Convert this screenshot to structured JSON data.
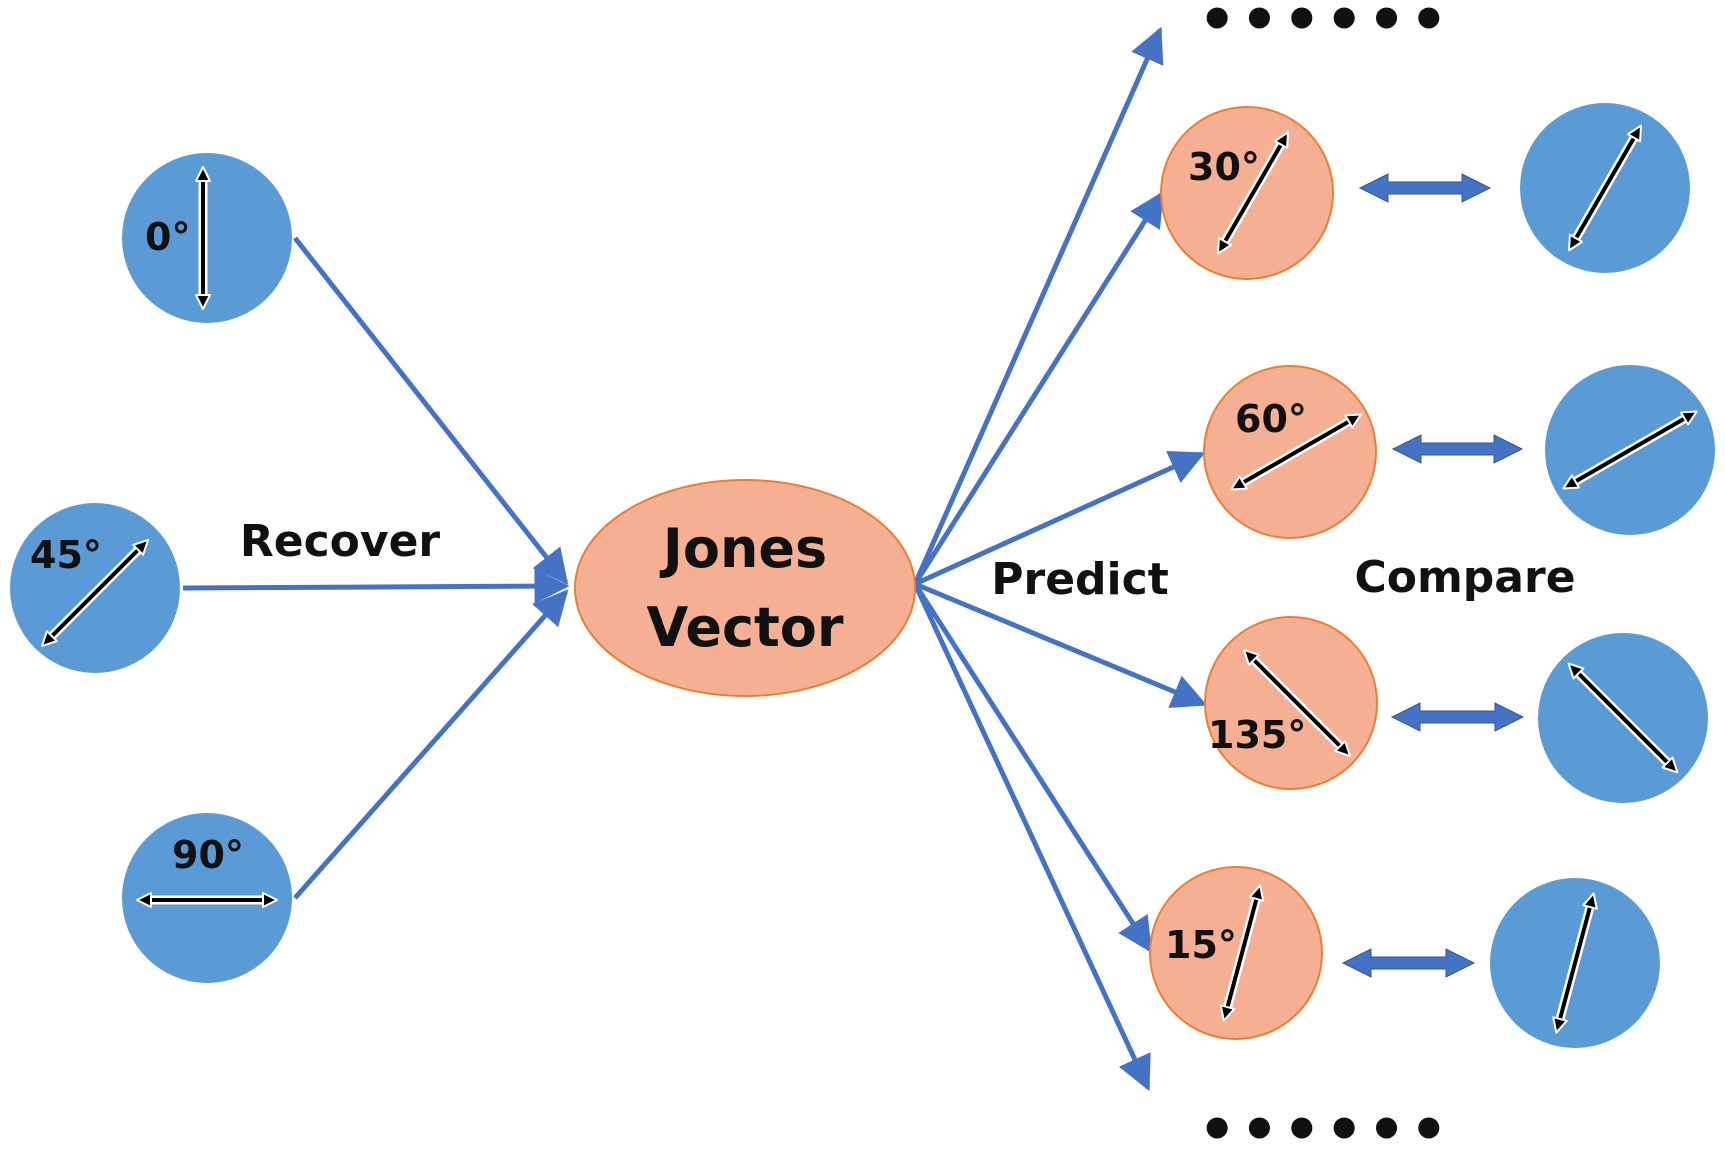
{
  "colors": {
    "blue_fill": "#5B9BD5",
    "orange_fill": "#F5B094",
    "orange_stroke": "#ED7D31",
    "arrow_blue": "#4472C4"
  },
  "center": {
    "line1": "Jones",
    "line2": "Vector"
  },
  "labels": {
    "recover": "Recover",
    "predict": "Predict",
    "compare": "Compare"
  },
  "ellipsis": {
    "top": "••••••",
    "bottom": "••••••"
  },
  "inputs": [
    {
      "angle": 0,
      "label": "0°"
    },
    {
      "angle": 45,
      "label": "45°"
    },
    {
      "angle": 90,
      "label": "90°"
    }
  ],
  "predictions": [
    {
      "angle": 30,
      "label": "30°"
    },
    {
      "angle": 60,
      "label": "60°"
    },
    {
      "angle": 135,
      "label": "135°"
    },
    {
      "angle": 15,
      "label": "15°"
    }
  ]
}
